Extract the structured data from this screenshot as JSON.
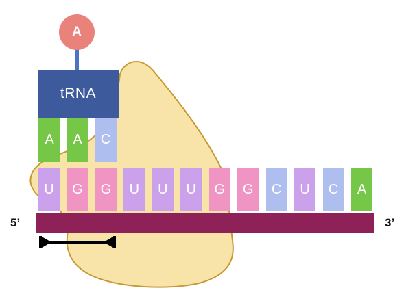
{
  "diagram": {
    "amino_acid": {
      "label": "A",
      "color": "#E8827B"
    },
    "stem_color": "#4D73C5",
    "trna": {
      "label": "tRNA",
      "color": "#3D5B9C"
    },
    "anticodon": {
      "bases": [
        {
          "letter": "A",
          "color": "#76C647"
        },
        {
          "letter": "A",
          "color": "#76C647"
        },
        {
          "letter": "C",
          "color": "#AEBEEF"
        }
      ]
    },
    "mrna": {
      "five_prime": "5’",
      "three_prime": "3’",
      "backbone_color": "#8E2157",
      "bases": [
        {
          "letter": "U",
          "color": "#CBA1EC"
        },
        {
          "letter": "G",
          "color": "#F094C3"
        },
        {
          "letter": "G",
          "color": "#F094C3"
        },
        {
          "letter": "U",
          "color": "#CBA1EC"
        },
        {
          "letter": "U",
          "color": "#CBA1EC"
        },
        {
          "letter": "U",
          "color": "#CBA1EC"
        },
        {
          "letter": "G",
          "color": "#F094C3"
        },
        {
          "letter": "G",
          "color": "#F094C3"
        },
        {
          "letter": "C",
          "color": "#AEBEEF"
        },
        {
          "letter": "U",
          "color": "#CBA1EC"
        },
        {
          "letter": "C",
          "color": "#AEBEEF"
        },
        {
          "letter": "A",
          "color": "#76C647"
        }
      ]
    },
    "ribosome": {
      "fill": "#F8E4A9",
      "stroke": "#C79A35"
    },
    "codon_marker_color": "#000000"
  }
}
